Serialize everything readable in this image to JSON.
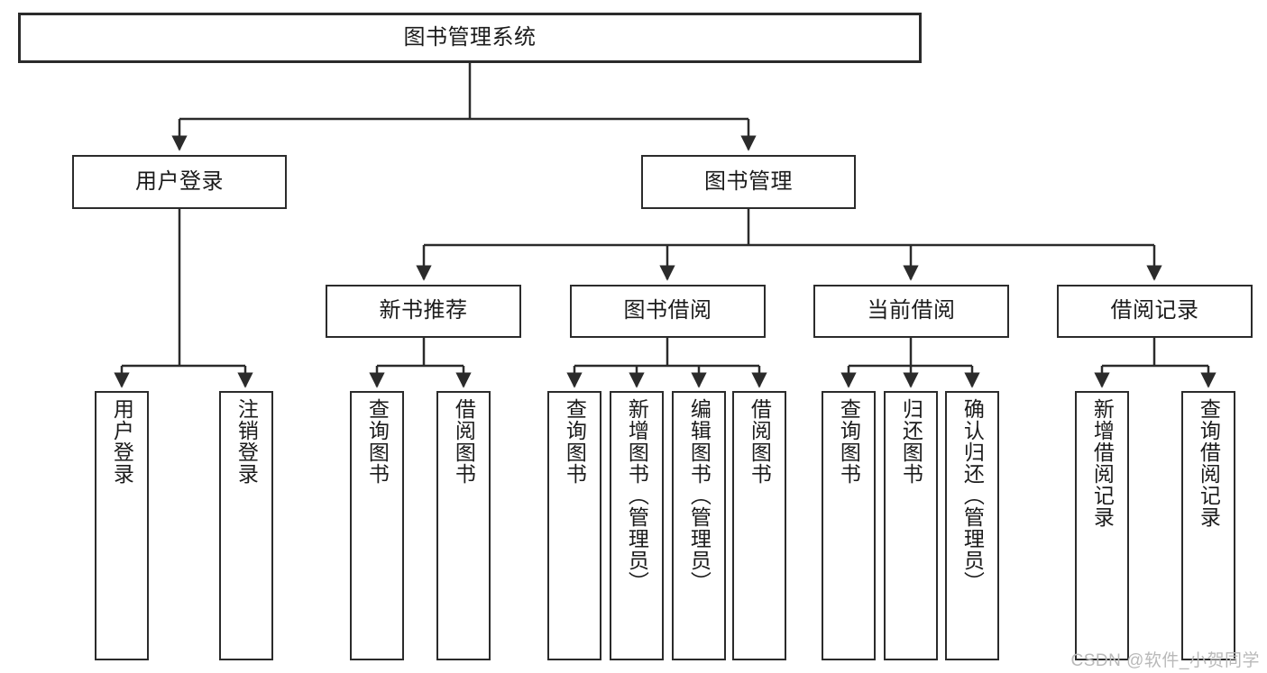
{
  "diagram": {
    "title": "图书管理系统",
    "type": "functional-structure-tree",
    "colors": {
      "stroke": "#2b2b2b",
      "fill": "#ffffff",
      "text": "#1b1b1b",
      "watermark": "#b9b9b9"
    }
  },
  "root": {
    "label": "图书管理系统"
  },
  "branches": {
    "user_login": {
      "label": "用户登录"
    },
    "book_manage": {
      "label": "图书管理"
    },
    "new_book": {
      "label": "新书推荐"
    },
    "book_borrow": {
      "label": "图书借阅"
    },
    "current_borrow": {
      "label": "当前借阅"
    },
    "borrow_record": {
      "label": "借阅记录"
    }
  },
  "leaves": {
    "user_login_1": {
      "label": "用户登录"
    },
    "user_login_2": {
      "label": "注销登录"
    },
    "new_book_1": {
      "label": "查询图书"
    },
    "new_book_2": {
      "label": "借阅图书"
    },
    "book_borrow_1": {
      "label": "查询图书"
    },
    "book_borrow_2": {
      "label": "新增图书（管理员）"
    },
    "book_borrow_3": {
      "label": "编辑图书（管理员）"
    },
    "book_borrow_4": {
      "label": "借阅图书"
    },
    "current_borrow_1": {
      "label": "查询图书"
    },
    "current_borrow_2": {
      "label": "归还图书"
    },
    "current_borrow_3": {
      "label": "确认归还（管理员）"
    },
    "borrow_record_1": {
      "label": "新增借阅记录"
    },
    "borrow_record_2": {
      "label": "查询借阅记录"
    }
  },
  "watermark": {
    "text": "CSDN @软件_小贺同学"
  }
}
